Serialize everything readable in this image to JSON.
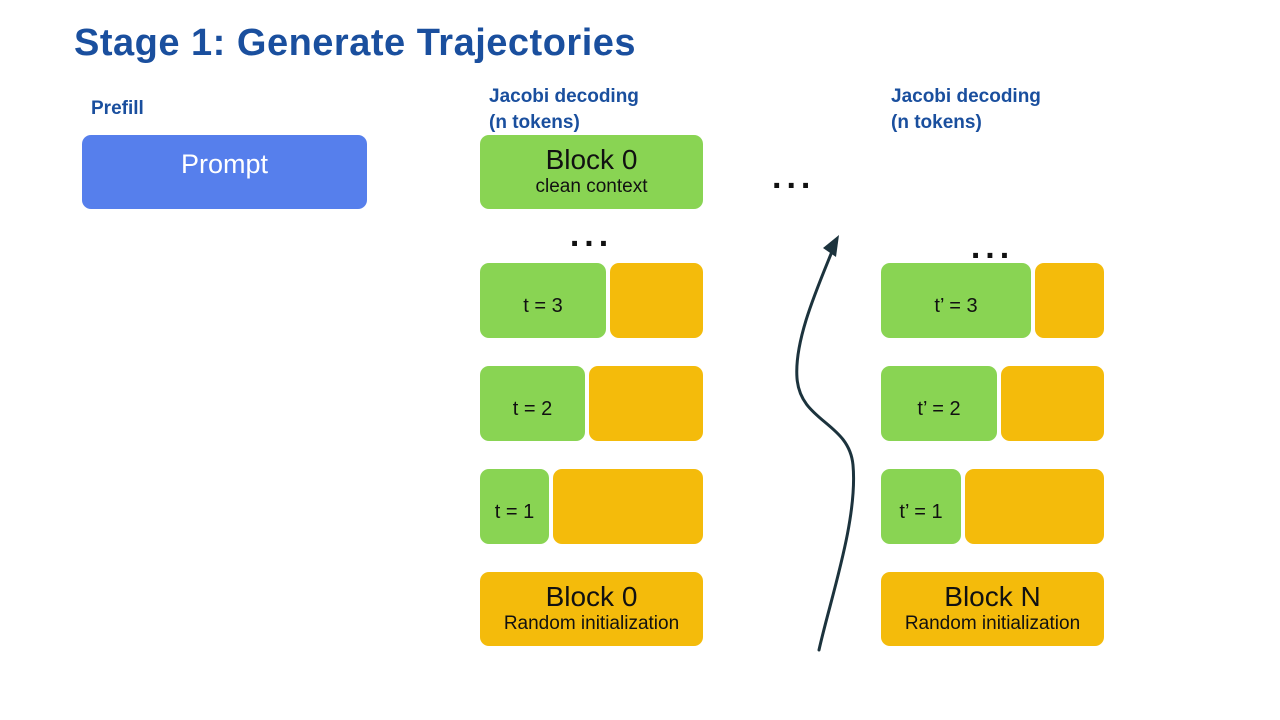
{
  "title": "Stage 1: Generate Trajectories",
  "colors": {
    "title_blue": "#1A4F9E",
    "prompt_blue": "#567FEC",
    "accepted_green": "#89D453",
    "random_yellow": "#F4BB0B",
    "arrow_dark": "#1C333D"
  },
  "prefill": {
    "header": "Prefill",
    "prompt_label": "Prompt"
  },
  "middle_ellipsis": "...",
  "left_jacobi": {
    "header_line1": "Jacobi decoding",
    "header_line2": "(n tokens)",
    "top_block": {
      "title": "Block 0",
      "subtitle": "clean context"
    },
    "ellipsis": "...",
    "rows": [
      {
        "label": "t = 3"
      },
      {
        "label": "t = 2"
      },
      {
        "label": "t = 1"
      }
    ],
    "bottom_block": {
      "title": "Block 0",
      "subtitle": "Random initialization"
    }
  },
  "right_jacobi": {
    "header_line1": "Jacobi decoding",
    "header_line2": "(n tokens)",
    "ellipsis": "...",
    "rows": [
      {
        "label": "t’ = 3"
      },
      {
        "label": "t’ = 2"
      },
      {
        "label": "t’ = 1"
      }
    ],
    "bottom_block": {
      "title": "Block N",
      "subtitle": "Random initialization"
    }
  }
}
